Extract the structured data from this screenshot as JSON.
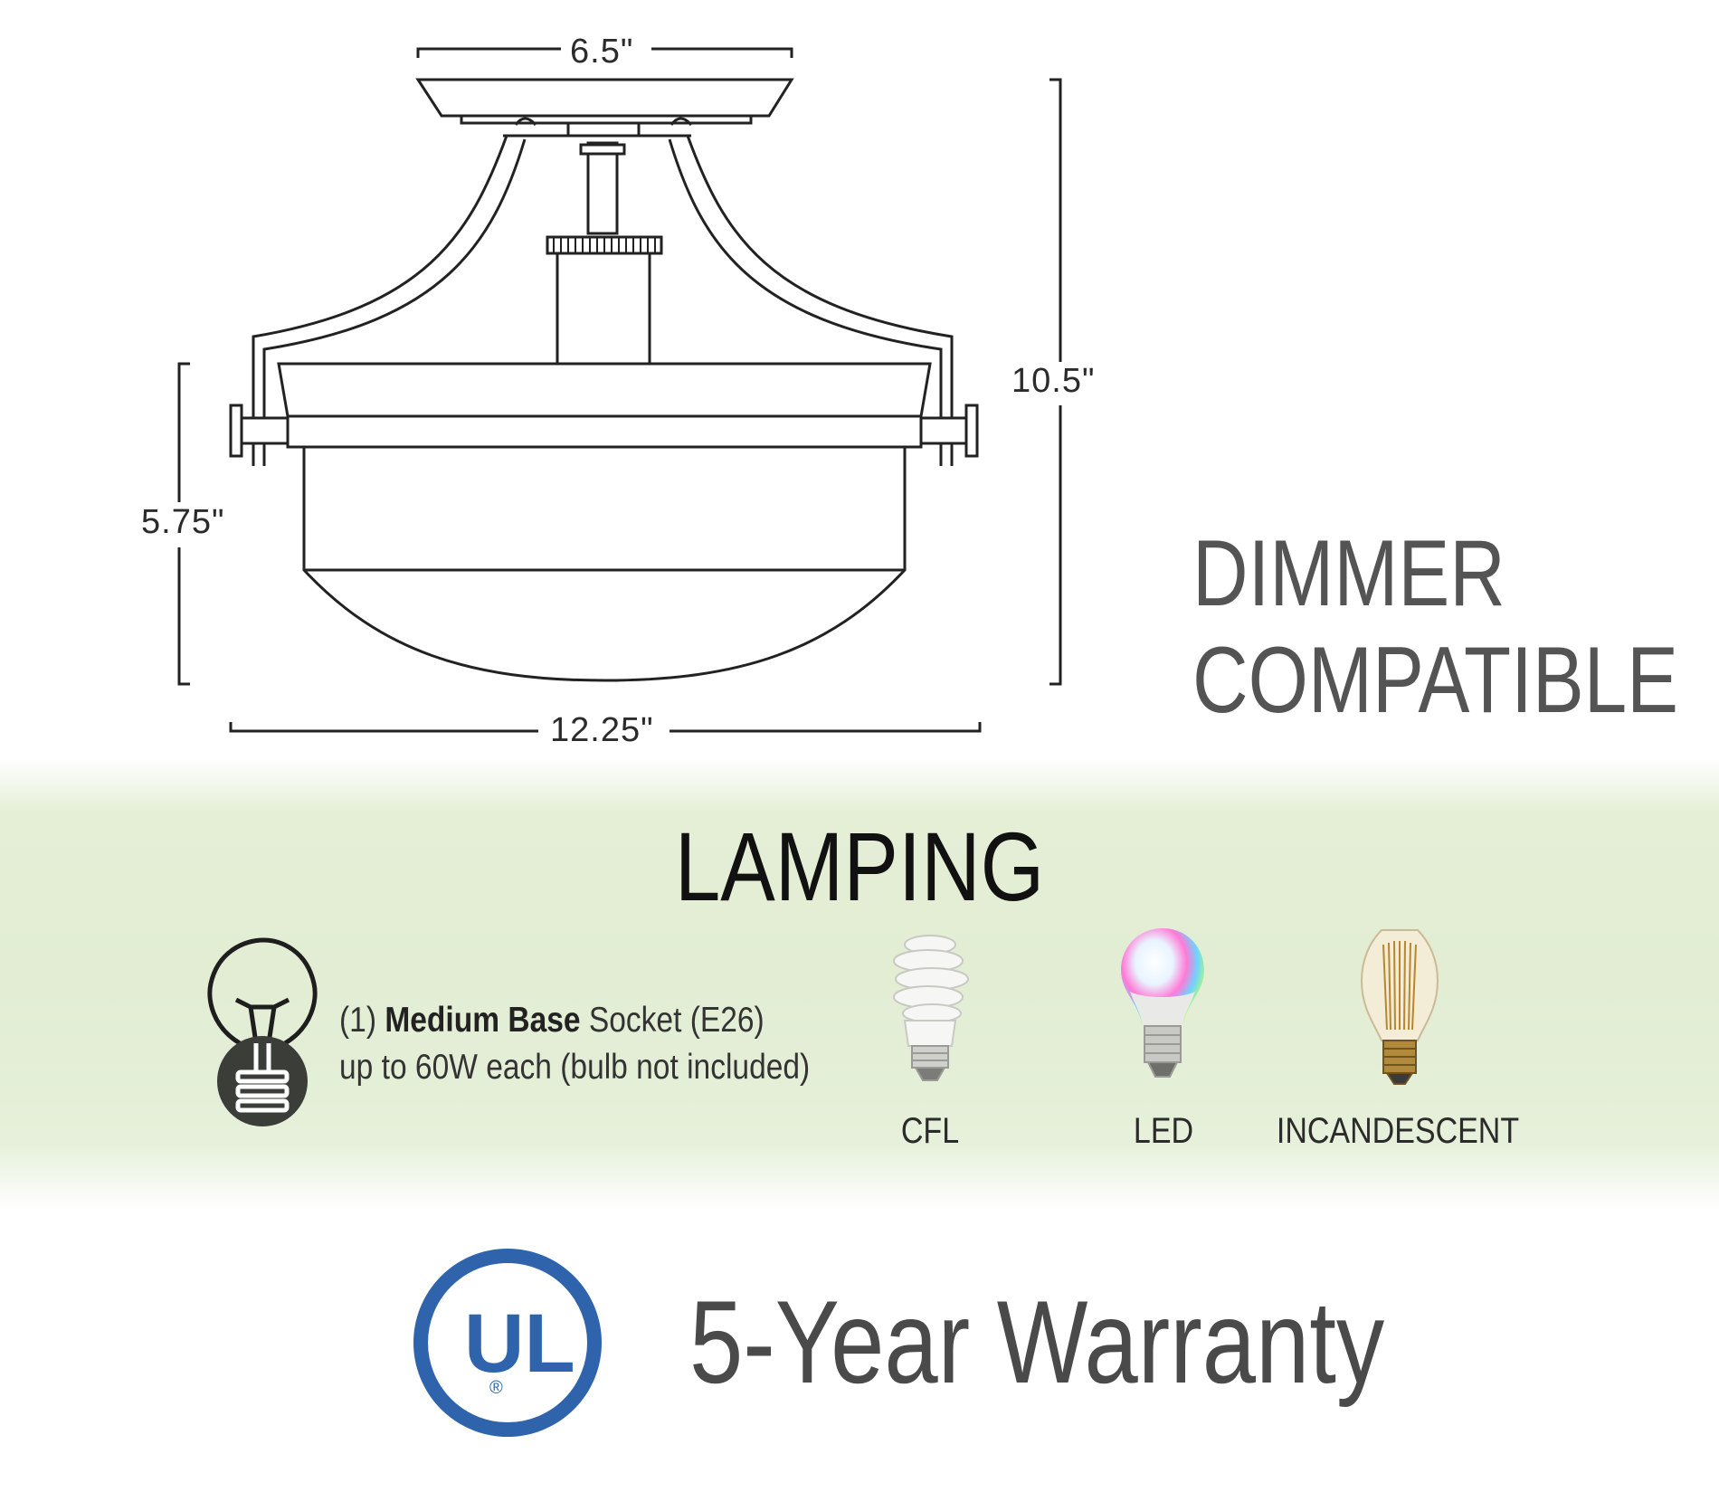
{
  "dimensions": {
    "top_width": "6.5\"",
    "total_height": "10.5\"",
    "shade_height": "5.75\"",
    "shade_width": "12.25\""
  },
  "feature": {
    "line1": "DIMMER",
    "line2": "COMPATIBLE"
  },
  "lamping": {
    "title": "LAMPING",
    "socket_count": "(1)",
    "socket_type_bold": "Medium Base",
    "socket_rest": "Socket (E26)",
    "wattage_line": "up to 60W each (bulb not included)",
    "bulbs": [
      {
        "label": "CFL",
        "icon": "cfl-bulb-icon"
      },
      {
        "label": "LED",
        "icon": "led-bulb-icon"
      },
      {
        "label": "INCANDESCENT",
        "icon": "incandescent-bulb-icon"
      }
    ]
  },
  "certification": {
    "logo_text": "UL",
    "registered": "®"
  },
  "warranty": {
    "text": "5-Year Warranty"
  },
  "colors": {
    "band_green": "#e2edd4",
    "ul_blue": "#2f64ad",
    "line": "#222222",
    "text_gray": "#545454"
  }
}
